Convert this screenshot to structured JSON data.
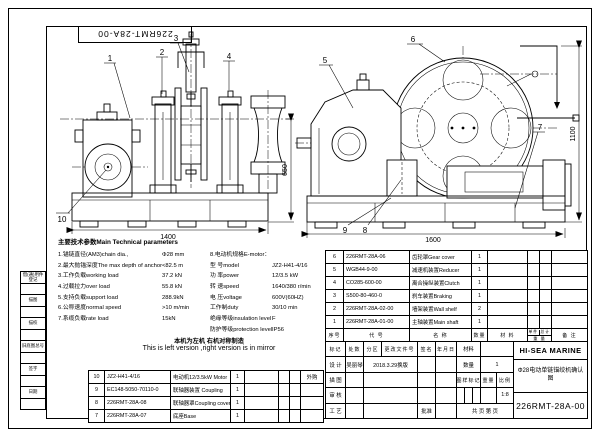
{
  "page": {
    "drawing_number_top": "226RMT-28A-00",
    "company": "HI-SEA MARINE",
    "title_cn": "Φ28电动单链锚绞机确认图",
    "drawing_number": "226RMT-28A-00",
    "scale_value": "1:8",
    "qty_value": "1"
  },
  "views": {
    "front": {
      "callouts": [
        "1",
        "2",
        "3",
        "4",
        "10"
      ],
      "dim_width": "1400",
      "dim_height": "650"
    },
    "side": {
      "callouts": [
        "5",
        "6",
        "7",
        "9",
        "8"
      ],
      "dim_width": "1600",
      "dim_height": "1100"
    }
  },
  "parameters": {
    "heading": "主要技术参数Main Technical parameters",
    "left": [
      {
        "label": "1.锚链直径(AM3)chain dia.,",
        "value": "Φ28 mm"
      },
      {
        "label": "2.最大抛锚深度The max depth of anchor",
        "value": "<82.5 m"
      },
      {
        "label": "3.工作负载working load",
        "value": "37.2 kN"
      },
      {
        "label": "4.过载拉力over load",
        "value": "55.8 kN"
      },
      {
        "label": "5.支持负载support load",
        "value": "288.9kN"
      },
      {
        "label": "6.公称速度normal speed",
        "value": ">10 m/min"
      },
      {
        "label": "7.系缆负载rate load",
        "value": "15kN"
      }
    ],
    "motor_heading": "8.电动机规格E-motor：",
    "right": [
      {
        "label": "型 号model",
        "value": "JZ2-H41-4/16"
      },
      {
        "label": "功 率power",
        "value": "12/3.5 kW"
      },
      {
        "label": "转 速speed",
        "value": "1640/380 r/min"
      },
      {
        "label": "电 压voltage",
        "value": "600V(60HZ)"
      },
      {
        "label": "工作制duty",
        "value": "30/10 min"
      },
      {
        "label": "绝缘等级insulation level",
        "value": "F"
      },
      {
        "label": "防护等级protection level",
        "value": "IP56"
      }
    ]
  },
  "note": {
    "cn": "本机为左机 右机对称制造",
    "en": "This is left version ,right version is in mirror"
  },
  "parts_header": {
    "no": "序号",
    "code": "代 号",
    "name": "名 称",
    "qty": "数量",
    "material": "材 料",
    "unit": "单件",
    "total": "总计",
    "weight": "重 量",
    "remark": "备 注"
  },
  "parts_upper": [
    {
      "no": "6",
      "code": "226RMT-28A-06",
      "name": "齿轮罩Gear cover",
      "qty": "1"
    },
    {
      "no": "5",
      "code": "WGB44-9-00",
      "name": "减速机装置Reducer",
      "qty": "1"
    },
    {
      "no": "4",
      "code": "CO285-600-00",
      "name": "离合操纵装置Clutch",
      "qty": "1"
    },
    {
      "no": "3",
      "code": "S500-80-460-0",
      "name": "刹车装置Braking",
      "qty": "1"
    },
    {
      "no": "2",
      "code": "226RMT-28A-02-00",
      "name": "墙架装置Wall shelf",
      "qty": "2"
    },
    {
      "no": "1",
      "code": "226RMT-28A-01-00",
      "name": "主轴装置Main shaft",
      "qty": "1"
    }
  ],
  "parts_lower": [
    {
      "no": "10",
      "code": "JZ2-H41-4/16",
      "name": "电动机12/3.5kW Motor",
      "qty": "1",
      "note": "外购"
    },
    {
      "no": "9",
      "code": "EC148-5050-70110-0",
      "name": "联轴器装置 Coupling",
      "qty": "1",
      "note": ""
    },
    {
      "no": "8",
      "code": "226RMT-28A-08",
      "name": "联轴器罩Coupling cover",
      "qty": "1",
      "note": ""
    },
    {
      "no": "7",
      "code": "226RMT-28A-07",
      "name": "底座Base",
      "qty": "1",
      "note": ""
    }
  ],
  "title_block": {
    "material_label": "材料",
    "qty_label": "数量",
    "stamp_label": "图样标记",
    "weight_label": "重量",
    "scale_label": "比例",
    "sheet_label": "共  页 第  页",
    "rev_header": [
      "标记",
      "处数",
      "分区",
      "更改文件号",
      "签名",
      "年月日"
    ],
    "sign_rows": [
      {
        "label": "设 计",
        "name": "吴丽琴",
        "date": "2018.3.29换版",
        "extra": ""
      },
      {
        "label": "描 图",
        "name": "",
        "date": "",
        "extra": ""
      },
      {
        "label": "审 核",
        "name": "",
        "date": "",
        "extra": ""
      },
      {
        "label": "工 艺",
        "name": "",
        "date": "",
        "extra": "批准"
      }
    ]
  },
  "margin_blocks": [
    "借(通)用件登记",
    "描图",
    "描校",
    "旧底图总号",
    "签字",
    "日期"
  ]
}
